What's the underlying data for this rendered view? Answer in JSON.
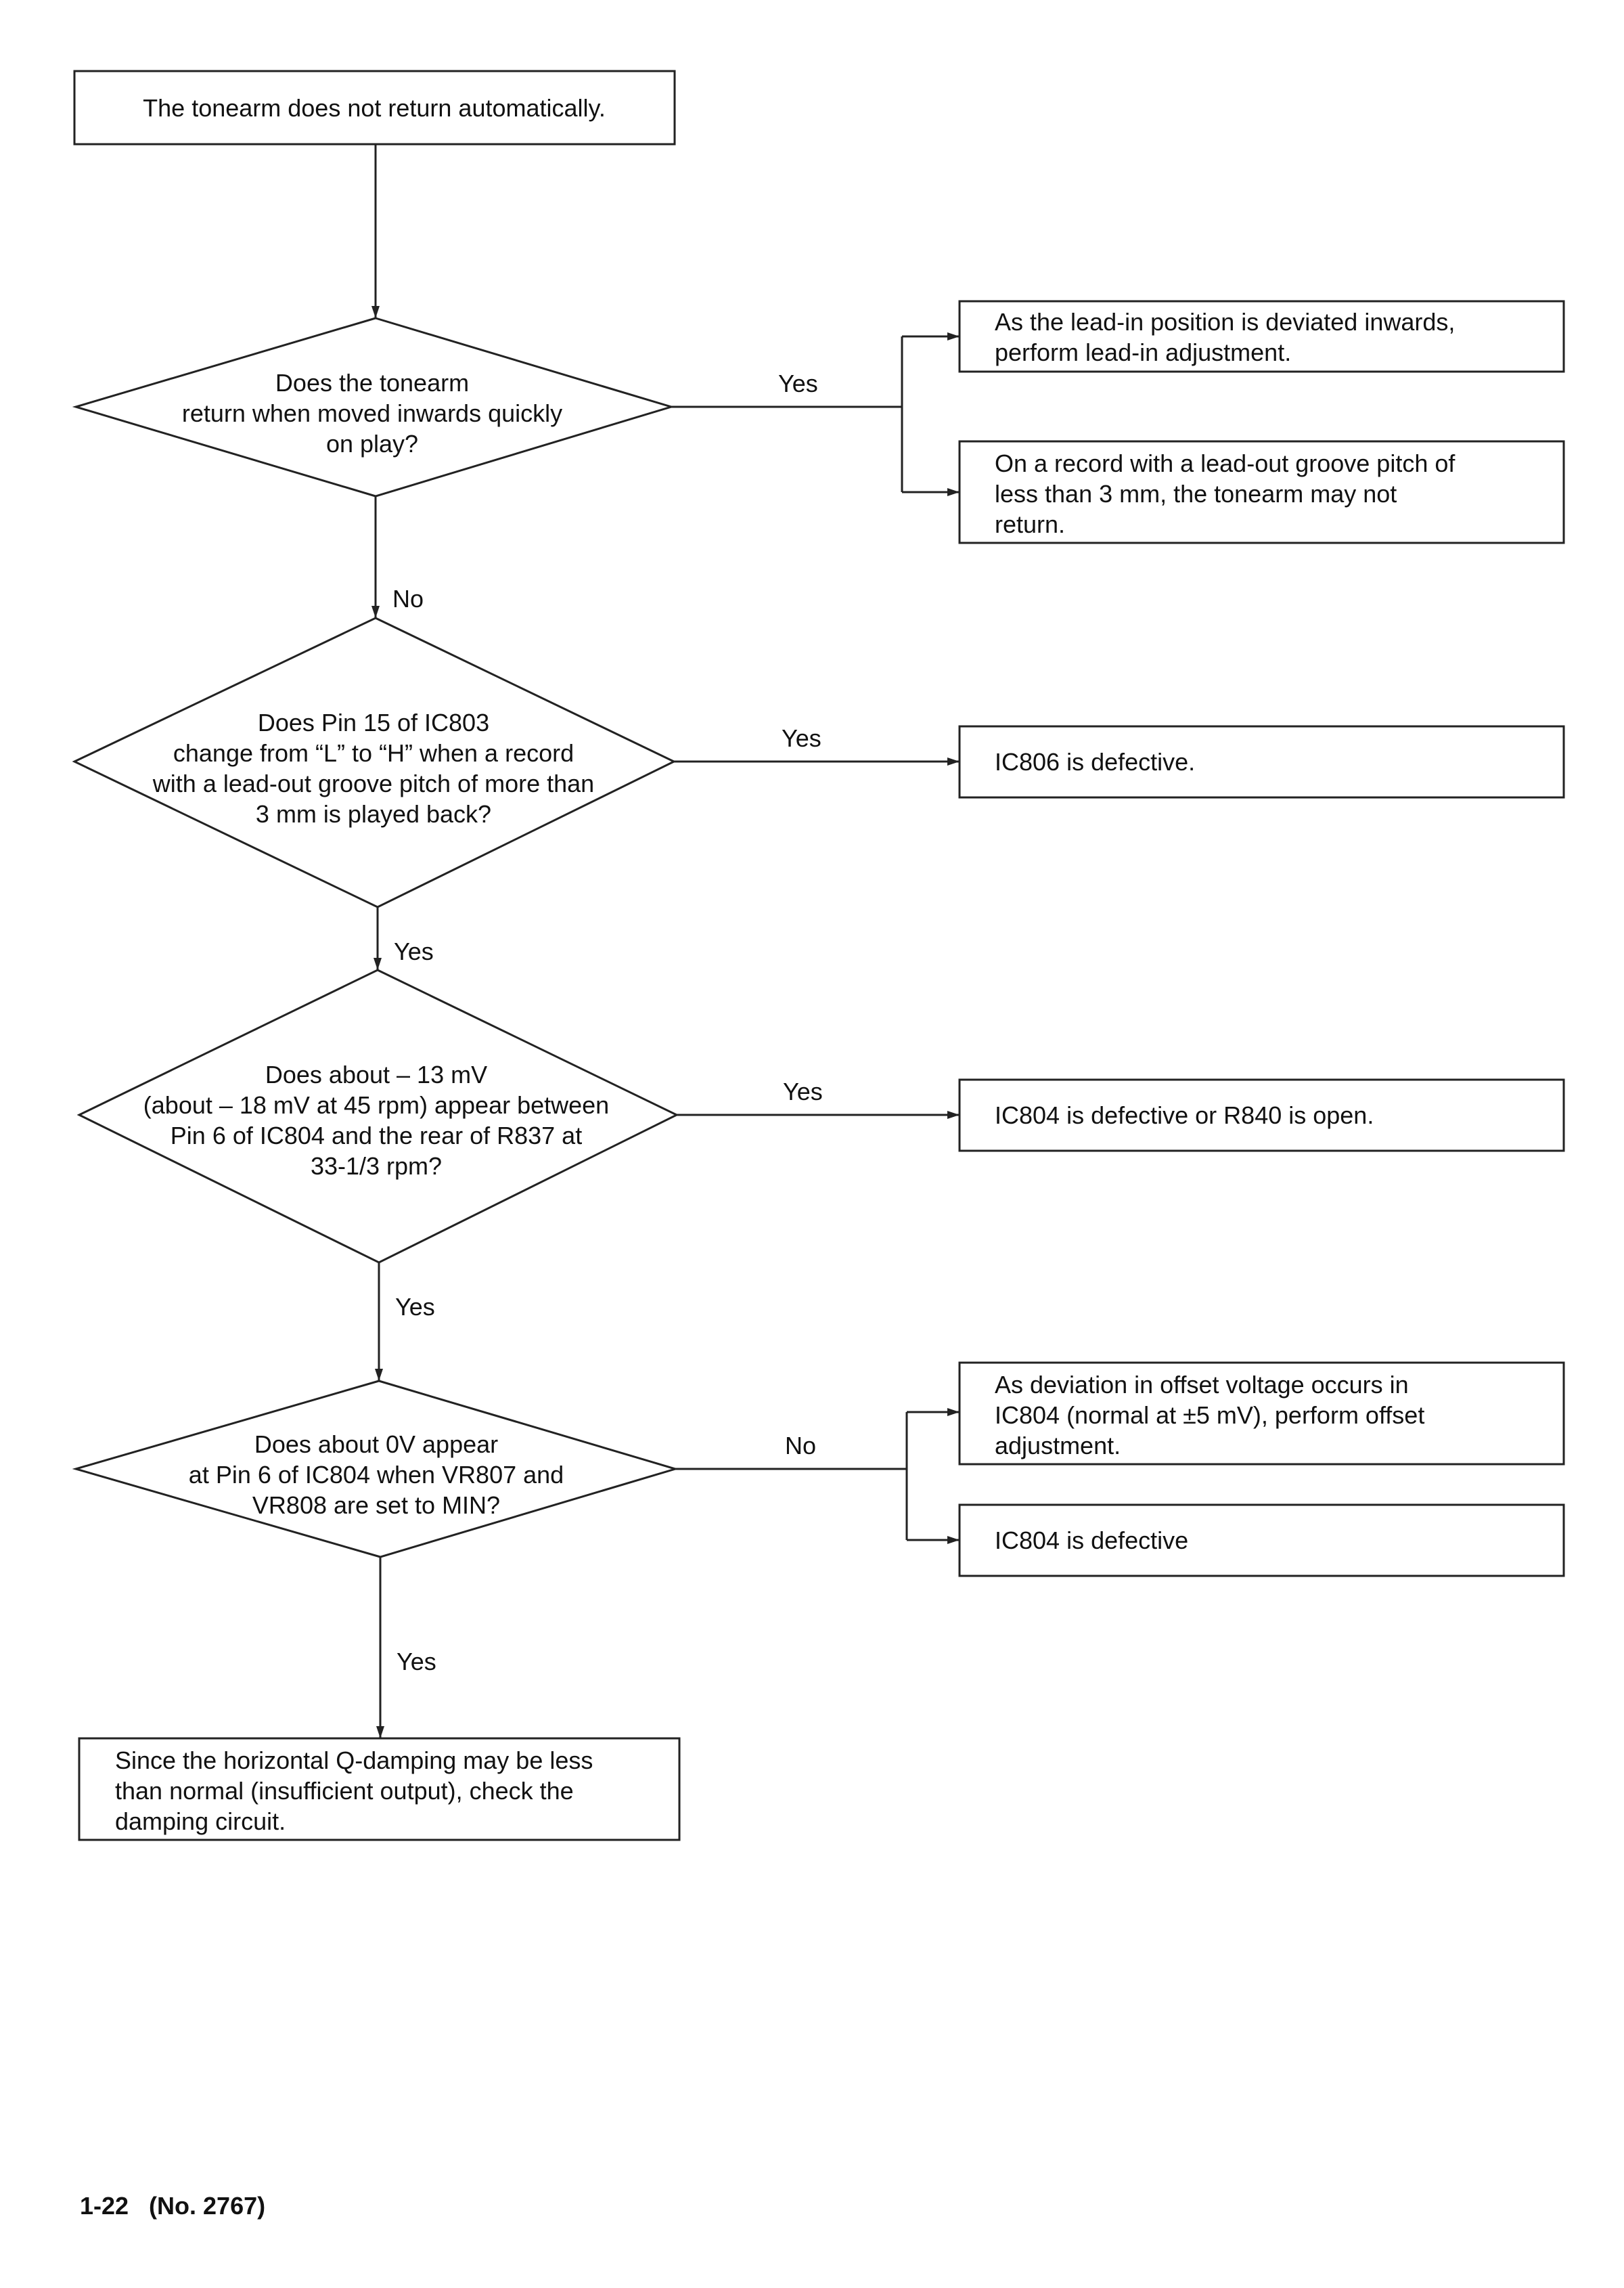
{
  "start": {
    "text": [
      "The tonearm does not return automatically."
    ]
  },
  "decisions": [
    {
      "id": "d1",
      "text": [
        "Does the tonearm",
        "return when moved inwards quickly",
        "on play?"
      ]
    },
    {
      "id": "d2",
      "text": [
        "Does Pin 15 of IC803",
        "change from “L” to “H” when a record",
        "with a lead-out groove pitch of more than",
        "3 mm is played back?"
      ]
    },
    {
      "id": "d3",
      "text": [
        "Does about – 13 mV",
        "(about – 18 mV at 45 rpm) appear between",
        "Pin 6 of IC804 and the rear of R837 at",
        "33-1/3 rpm?"
      ]
    },
    {
      "id": "d4",
      "text": [
        "Does about 0V appear",
        "at Pin 6 of IC804 when VR807 and",
        "VR808 are set to MIN?"
      ]
    }
  ],
  "results": [
    {
      "id": "r1a",
      "text": [
        "As the lead-in position is deviated inwards,",
        "perform lead-in adjustment."
      ]
    },
    {
      "id": "r1b",
      "text": [
        "On a record with a lead-out groove pitch of",
        "less than 3 mm, the tonearm may not",
        "return."
      ]
    },
    {
      "id": "r2",
      "text": [
        "IC806 is defective."
      ]
    },
    {
      "id": "r3",
      "text": [
        "IC804 is defective or R840 is open."
      ]
    },
    {
      "id": "r4a",
      "text": [
        "As deviation in offset voltage occurs in",
        "IC804 (normal at ±5 mV), perform offset",
        "adjustment."
      ]
    },
    {
      "id": "r4b",
      "text": [
        "IC804 is defective"
      ]
    },
    {
      "id": "end",
      "text": [
        "Since the horizontal Q-damping may be less",
        "than normal (insufficient output), check the",
        "damping circuit."
      ]
    }
  ],
  "edge_labels": {
    "d1_right": "Yes",
    "d1_down": "No",
    "d2_right": "Yes",
    "d2_down": "Yes",
    "d3_right": "Yes",
    "d3_down": "Yes",
    "d4_right": "No",
    "d4_down": "Yes"
  },
  "footer": "1-22   (No. 2767)"
}
